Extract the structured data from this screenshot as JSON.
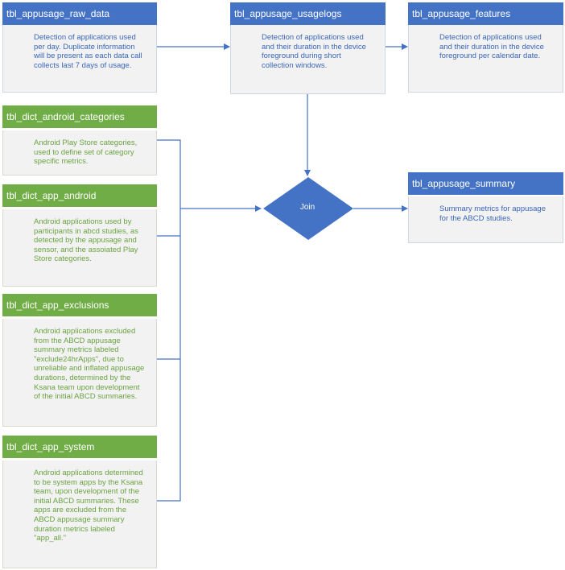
{
  "diagram": {
    "nodes": [
      {
        "id": "raw",
        "title": "tbl_appusage_raw_data",
        "desc": "Detection of applications used\nper day. Duplicate information\nwill be present as each data call\ncollects last 7 days of usage.",
        "color": "blue"
      },
      {
        "id": "usagelogs",
        "title": "tbl_appusage_usagelogs",
        "desc": "Detection of applications used\nand their duration in the device\nforeground during short\ncollection windows.",
        "color": "blue"
      },
      {
        "id": "features",
        "title": "tbl_appusage_features",
        "desc": "Detection of applications used\nand their duration in the device\nforeground per calendar date.",
        "color": "blue"
      },
      {
        "id": "categories",
        "title": "tbl_dict_android_categories",
        "desc": "Android Play Store categories,\nused to define set of category\nspecific metrics.",
        "color": "green"
      },
      {
        "id": "app_android",
        "title": "tbl_dict_app_android",
        "desc": "Android applications used by\nparticipants in abcd studies, as\ndetected by the appusage and\nsensor, and the assoiated Play\nStore categories.",
        "color": "green"
      },
      {
        "id": "exclusions",
        "title": "tbl_dict_app_exclusions",
        "desc": "Android applications excluded\nfrom the ABCD appusage\nsummary metrics labeled\n\"exclude24hrApps\", due to\nunreliable and inflated appusage\ndurations, determined by the\nKsana team upon development\nof the initial ABCD summaries.",
        "color": "green"
      },
      {
        "id": "system",
        "title": "tbl_dict_app_system",
        "desc": "Android applications determined\nto be system apps by the Ksana\nteam, upon development of the\ninitial ABCD summaries. These\napps are excluded from the\nABCD appusage summary\nduration metrics labeled\n\"app_all.\"",
        "color": "green"
      },
      {
        "id": "summary",
        "title": "tbl_appusage_summary",
        "desc": "Summary metrics for appusage\nfor the ABCD studies.",
        "color": "blue"
      }
    ],
    "join": {
      "label": "Join"
    }
  },
  "colors": {
    "blue": "#4472c4",
    "green": "#70ad47",
    "box_fill": "#f2f2f2",
    "line": "#4472c4"
  }
}
